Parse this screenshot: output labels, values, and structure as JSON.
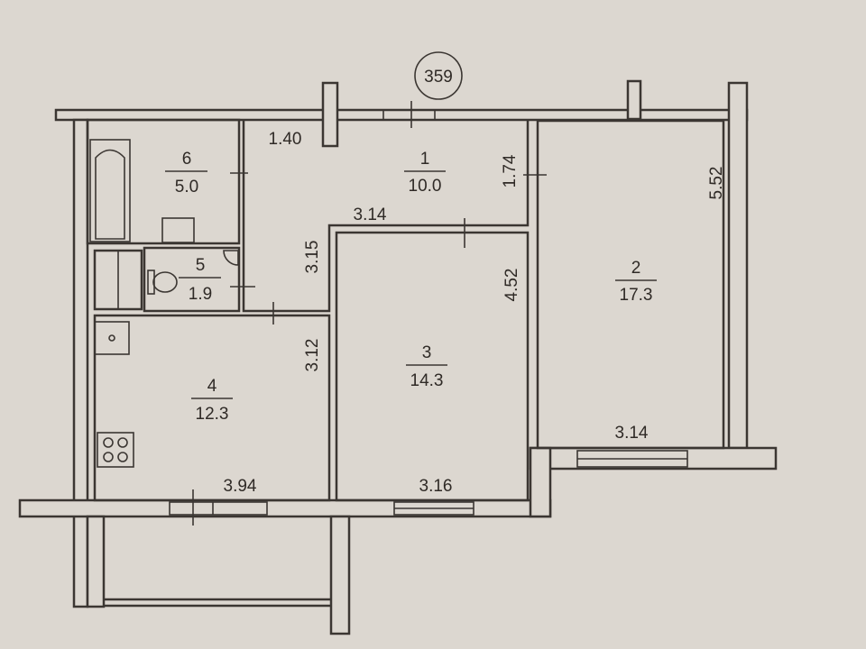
{
  "plan": {
    "section_number": "359",
    "rooms": [
      {
        "number": "1",
        "area": "10.0"
      },
      {
        "number": "2",
        "area": "17.3"
      },
      {
        "number": "3",
        "area": "14.3"
      },
      {
        "number": "4",
        "area": "12.3"
      },
      {
        "number": "5",
        "area": "1.9"
      },
      {
        "number": "6",
        "area": "5.0"
      }
    ],
    "dimensions": {
      "hall_top": "1.40",
      "hall_width": "1.74",
      "hall_bottom": "3.14",
      "hall_left": "3.15",
      "room2_height": "5.52",
      "room2_width": "3.14",
      "room3_height": "4.52",
      "room3_width": "3.16",
      "room4_height": "3.12",
      "room4_width": "3.94"
    }
  }
}
